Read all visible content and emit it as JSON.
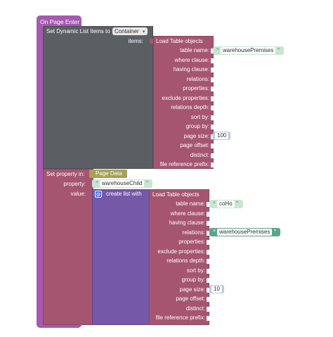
{
  "event": {
    "label": "On Page Enter"
  },
  "set_dynamic": {
    "label": "Set Dynamic List Items to",
    "dropdown": "Container",
    "dropdown_arrow": "▾",
    "items_label": "items:"
  },
  "load_table_1": {
    "title": "Load Table objects",
    "rows": [
      "table name:",
      "where clause:",
      "having clause:",
      "relations:",
      "properties:",
      "exclude properties:",
      "relations depth:",
      "sort by:",
      "group by:",
      "page size:",
      "page offset:",
      "distinct:",
      "file reference prefix:"
    ],
    "table_name_value": "warehousePremises",
    "page_size_value": "100"
  },
  "set_property": {
    "label": "Set property in:",
    "target": "Page Data",
    "property_label": "property:",
    "property_value": "warehouseChild",
    "value_label": "value:"
  },
  "create_list": {
    "label": "create list with",
    "gear_icon": "⚙"
  },
  "load_table_2": {
    "title": "Load Table objects",
    "rows": [
      "table name:",
      "where clause:",
      "having clause:",
      "relations:",
      "properties:",
      "exclude properties:",
      "relations depth:",
      "sort by:",
      "group by:",
      "page size:",
      "page offset:",
      "distinct:",
      "file reference prefix:"
    ],
    "table_name_value": "coHo",
    "relations_value": "warehousePremises",
    "page_size_value": "10"
  },
  "colors": {
    "event": "#a55ab0",
    "action": "#5b5f64",
    "table": "#a5556f",
    "list": "#7558a8",
    "page_data": "#a6a157",
    "string": "#c9e4d3",
    "string_dark": "#5ba58c",
    "number": "#b9c7e6"
  }
}
